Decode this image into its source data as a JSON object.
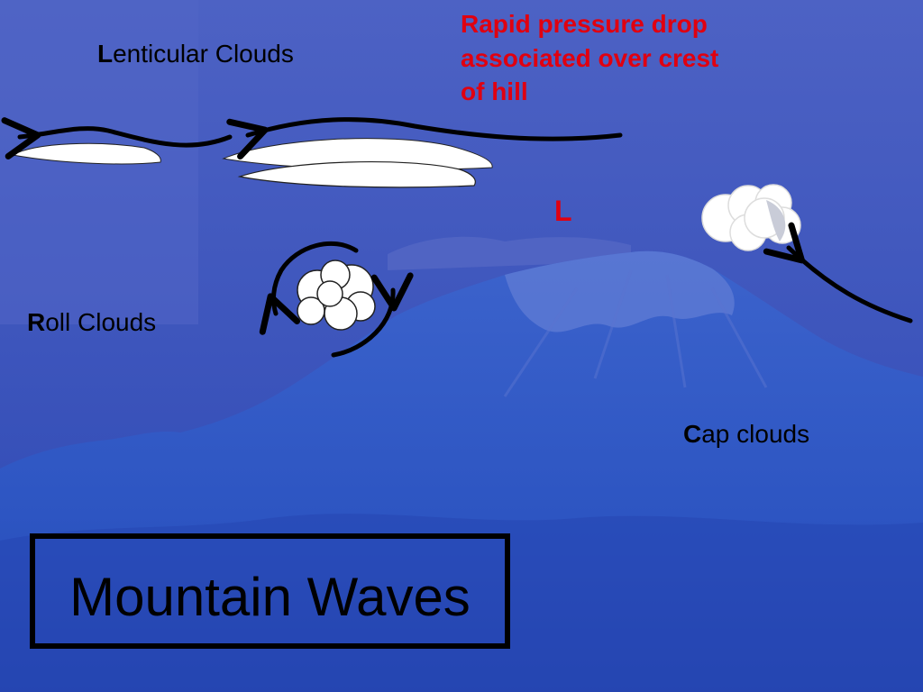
{
  "labels": {
    "lenticular_initial": "L",
    "lenticular_rest": "enticular Clouds",
    "roll_initial": "R",
    "roll_rest": "oll Clouds",
    "cap_initial": "C",
    "cap_rest": "ap clouds",
    "pressure_note": "Rapid pressure drop associated over crest of hill",
    "low_pressure_mark": "L"
  },
  "title": "Mountain Waves",
  "colors": {
    "sky_top": "#4a5fc0",
    "sky_bottom": "#2c47b0",
    "mountain": "#2f56c4",
    "annotation_red": "#e00010",
    "arrow": "#000000",
    "cloud": "#ffffff"
  }
}
